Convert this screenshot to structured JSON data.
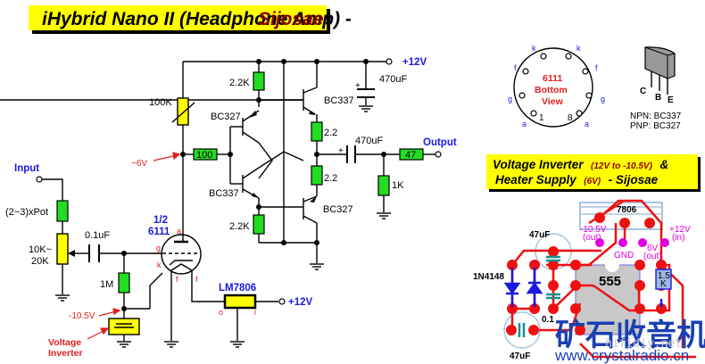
{
  "title": {
    "main": "iHybrid Nano II (Headphone Amp) -",
    "author": "Sijosae",
    "bg_color": "#ffff00"
  },
  "supply": {
    "v12_top": "+12V",
    "v12_reg": "+12V",
    "cap_470_supply": "470uF",
    "cap_plus": "+"
  },
  "amp": {
    "r_2k2_top": "2.2K",
    "r_2k2_bot": "2.2K",
    "pot_100k": "100K",
    "q1": "BC327",
    "q2": "BC337",
    "q3": "BC337",
    "q4": "BC327",
    "r_2_2_top": "2.2",
    "r_2_2_bot": "2.2",
    "r_100": "100",
    "cap_470_out": "470uF",
    "cap_out_plus": "+",
    "r_47": "47",
    "r_1k": "1K",
    "output_label": "Output",
    "node_6v": "~6V"
  },
  "input": {
    "label": "Input",
    "pot_label": "(2~3)xPot",
    "vol_pot_line1": "10K~",
    "vol_pot_line2": "20K",
    "cap_01": "0.1uF",
    "r_1m": "1M",
    "node_neg": "-10.5V",
    "inverter_line1": "Voltage",
    "inverter_line2": "Inverter"
  },
  "tube": {
    "half_label": "1/2",
    "type": "6111",
    "pin_a": "a",
    "pin_g": "g",
    "pin_k": "k",
    "pin_f1": "f",
    "pin_f2": "f"
  },
  "regulator": {
    "name": "LM7806",
    "pin_o": "o",
    "pin_i": "i"
  },
  "tube_pinout": {
    "line1": "6111",
    "line2": "Bottom",
    "line3": "View",
    "pins": [
      "k",
      "k",
      "f",
      "f",
      "g",
      "g",
      "a",
      "a"
    ],
    "num_1": "1",
    "num_8": "8"
  },
  "transistor_pinout": {
    "c": "C",
    "b": "B",
    "e": "E",
    "npn": "NPN:  BC337",
    "pnp": "PNP:  BC327"
  },
  "inverter_box": {
    "line1_a": "Voltage Inverter",
    "line1_b": "(12V to -10.5V)",
    "line1_c": "&",
    "line2_a": "Heater Supply",
    "line2_b": "(6V)",
    "line2_c": "- Sijosae"
  },
  "pcb": {
    "reg": "7806",
    "out_neg_1": "-10.5V",
    "out_neg_2": "(out)",
    "in_1": "+12V",
    "in_2": "(in)",
    "gnd": "GND",
    "out6_1": "6V",
    "out6_2": "(out)",
    "ic": "555",
    "r15_1": "1.5",
    "r15_2": "K",
    "cap_47_top": "47uF",
    "cap_47_bot": "47uF",
    "diode": "1N4148",
    "cap_01": "0.1"
  },
  "watermark": {
    "chinese": "矿石收音机",
    "url": "www.crystalradio.cn",
    "sub": "hifidiy.net"
  }
}
